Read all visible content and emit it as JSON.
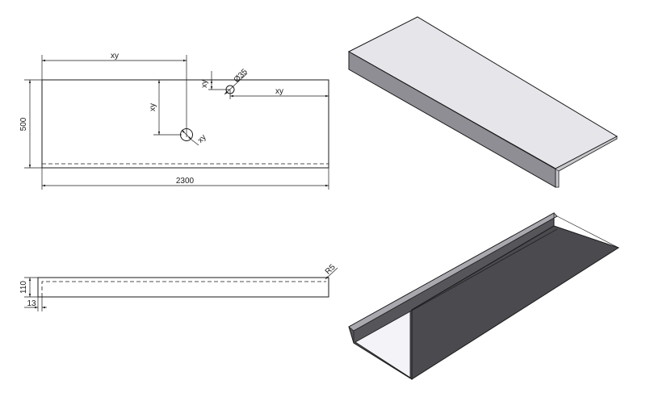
{
  "dimensions": {
    "hole_x": "xy",
    "hole_y": "xy",
    "hole_diameter": "Ø35",
    "hole_edge_y": "xy",
    "hole_edge_x": "xy",
    "cutout_y": "xy",
    "cutout_size": "xy",
    "depth": "500",
    "length": "2300",
    "height": "110",
    "thickness": "13",
    "bend_radius": "R5"
  },
  "colors": {
    "top_face": "#e6e6ea",
    "front_face": "#9a9aa0",
    "dark_face": "#505055",
    "light_face": "#f2f2f6",
    "line": "#1a1a1a"
  }
}
